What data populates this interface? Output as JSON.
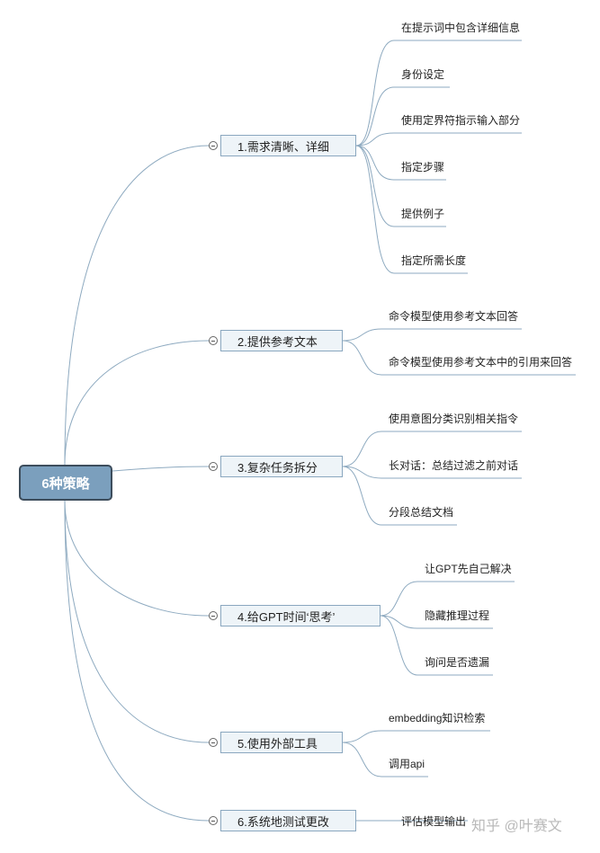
{
  "root": {
    "label": "6种策略"
  },
  "branches": [
    {
      "label": "1.需求清晰、详细",
      "children": [
        "在提示词中包含详细信息",
        "身份设定",
        "使用定界符指示输入部分",
        "指定步骤",
        "提供例子",
        "指定所需长度"
      ]
    },
    {
      "label": "2.提供参考文本",
      "children": [
        "命令模型使用参考文本回答",
        "命令模型使用参考文本中的引用来回答"
      ]
    },
    {
      "label": "3.复杂任务拆分",
      "children": [
        "使用意图分类识别相关指令",
        "长对话：总结过滤之前对话",
        "分段总结文档"
      ]
    },
    {
      "label": "4.给GPT时间‘思考’",
      "children": [
        "让GPT先自己解决",
        "隐藏推理过程",
        "询问是否遗漏"
      ]
    },
    {
      "label": "5.使用外部工具",
      "children": [
        "embedding知识检索",
        "调用api"
      ]
    },
    {
      "label": "6.系统地测试更改",
      "children": [
        "评估模型输出"
      ]
    }
  ],
  "watermark": "知乎 @叶赛文",
  "colors": {
    "line": "#8eaac0",
    "root_fill": "#7b9fbd",
    "branch_fill": "#eef4f8"
  }
}
